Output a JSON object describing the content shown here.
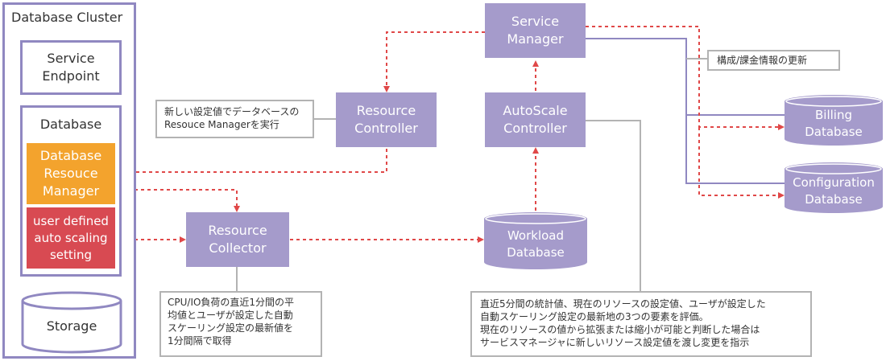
{
  "cluster": {
    "title": "Database Cluster",
    "service_endpoint": "Service\nEndpoint",
    "database_label": "Database",
    "resource_manager": "Database\nResouce\nManager",
    "user_setting": "user defined\nauto scaling\nsetting",
    "storage": "Storage"
  },
  "nodes": {
    "service_manager": "Service\nManager",
    "resource_controller": "Resource\nController",
    "autoscale_controller": "AutoScale\nController",
    "resource_collector": "Resource\nCollector",
    "workload_db": "Workload\nDatabase",
    "billing_db": "Billing\nDatabase",
    "configuration_db": "Configuration\nDatabase"
  },
  "notes": {
    "billing_update": "構成/課金情報の更新",
    "controller_note": "新しい設定値でデータベースの\nResouce Managerを実行",
    "collector_note": "CPU/IO負荷の直近1分間の平\n均値とユーザが設定した自動\nスケーリング設定の最新値を\n1分間隔で取得",
    "autoscale_note": "直近5分間の統計値、現在のリソースの設定値、ユーザが設定した\n自動スケーリング設定の最新地の3つの要素を評価。\n現在のリソースの値から拡張または縮小が可能と判断した場合は\nサービスマネージャに新しいリソース設定値を渡し変更を指示"
  },
  "colors": {
    "purple": "#a59bcb",
    "orange": "#f3a32d",
    "red": "#d84a52",
    "arrow": "#e04848",
    "line": "#9088c1"
  }
}
